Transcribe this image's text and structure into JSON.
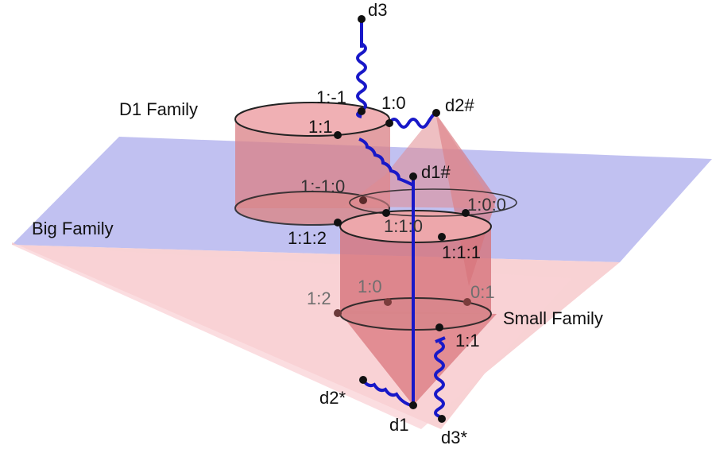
{
  "families": {
    "d1_family": "D1 Family",
    "big_family": "Big Family",
    "small_family": "Small Family"
  },
  "vertices": {
    "d3": "d3",
    "d2_hash": "d2#",
    "d1_hash": "d1#",
    "d2_star": "d2*",
    "d1": "d1",
    "d3_star": "d3*"
  },
  "points": {
    "p_1_m1": "1:-1",
    "p_1_0_top": "1:0",
    "p_1_1_top": "1:1",
    "p_1_m1_0": "1:-1:0",
    "p_1_0_0": "1:0:0",
    "p_1_1_2": "1:1:2",
    "p_1_1_0": "1:1:0",
    "p_1_1_1": "1:1:1",
    "p_1_2": "1:2",
    "p_1_0_low": "1:0",
    "p_0_1": "0:1",
    "p_1_1_low": "1:1"
  },
  "colors": {
    "plane_blue": "#b4b4ee",
    "plane_pink": "#f7c8cc",
    "solid_red": "#d9767c",
    "wire_blue": "#1616c8",
    "point_dark": "#111111"
  }
}
